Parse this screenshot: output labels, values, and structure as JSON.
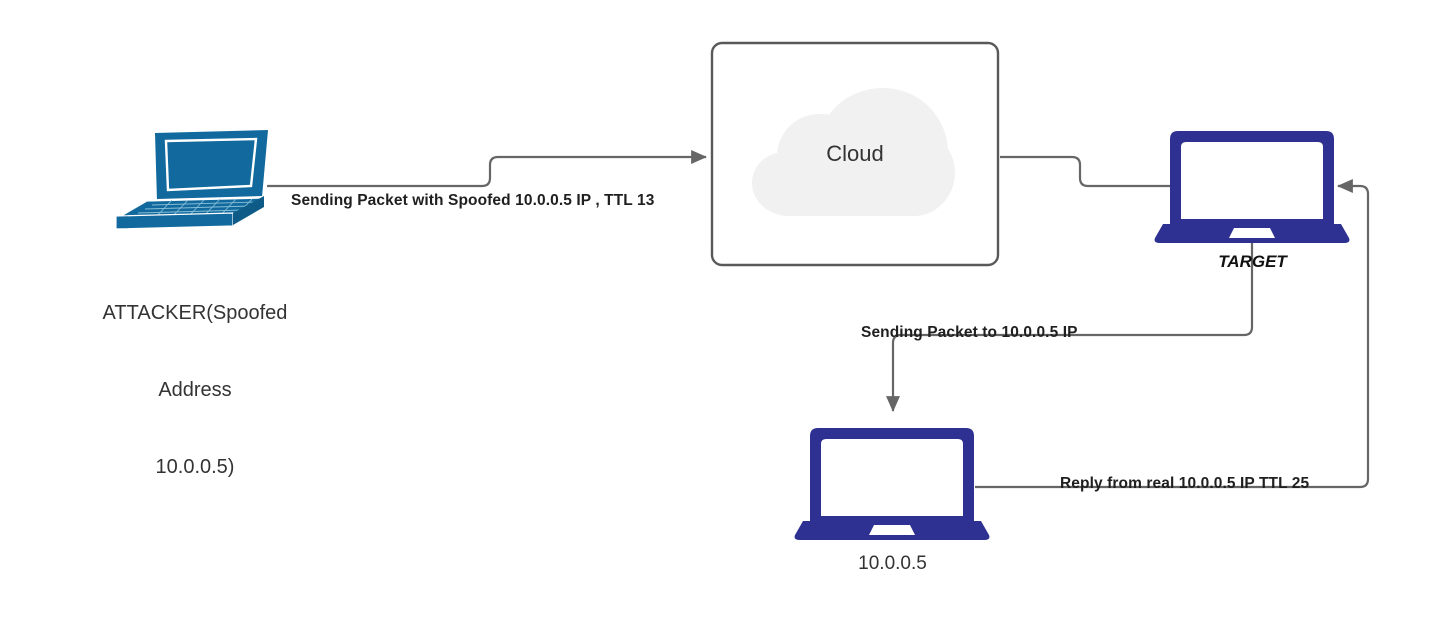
{
  "diagram": {
    "title": "IP spoofing TTL analysis network diagram",
    "background": "#ffffff",
    "colors": {
      "attacker_blue": "#11699d",
      "laptop_navy": "#2e3192",
      "connector_gray": "#666666",
      "cloud_fill": "#f1f1f1",
      "cloud_box_border": "#595959",
      "text_dark": "#333333"
    }
  },
  "nodes": {
    "attacker": {
      "icon": "isometric-laptop-icon",
      "label_lines": "ATTACKER(Spoofed\nAddress\n10.0.0.5)",
      "label_line_1": "ATTACKER(Spoofed",
      "label_line_2": "Address",
      "label_line_3": "10.0.0.5)"
    },
    "cloud": {
      "icon": "cloud-icon",
      "label": "Cloud",
      "container": "rounded-rectangle"
    },
    "target": {
      "icon": "laptop-icon",
      "label": "TARGET"
    },
    "victim": {
      "icon": "laptop-icon",
      "label": "10.0.0.5"
    }
  },
  "edges": [
    {
      "id": "attacker-to-cloud",
      "label": "Sending Packet with Spoofed 10.0.0.5 IP , TTL 13",
      "from": "attacker",
      "to": "cloud",
      "arrowhead": "right"
    },
    {
      "id": "cloud-to-target",
      "label": "",
      "from": "cloud",
      "to": "target",
      "arrowhead": "none"
    },
    {
      "id": "target-to-victim",
      "label": "Sending Packet to 10.0.0.5 IP",
      "from": "target",
      "to": "victim",
      "arrowhead": "down"
    },
    {
      "id": "victim-to-target",
      "label": "Reply from real 10.0.0.5 IP TTL 25",
      "from": "victim",
      "to": "target",
      "arrowhead": "left"
    }
  ]
}
